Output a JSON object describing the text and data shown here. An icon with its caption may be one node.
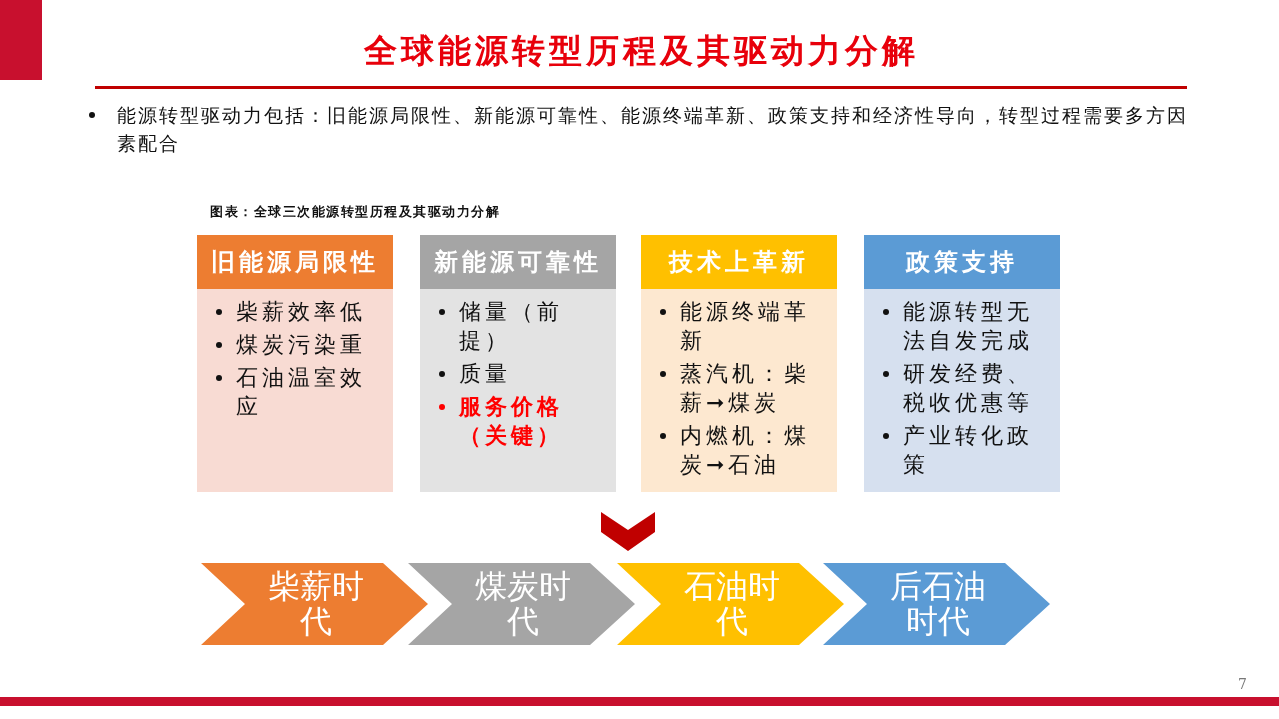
{
  "diagram": {
    "title": "全球能源转型历程及其驱动力分解",
    "caption": "图表：全球三次能源转型历程及其驱动力分解",
    "nodes": [
      {
        "text": [
          "旧能源局限性",
          "柴薪效率低",
          "煤炭污染重",
          "石油温室效应"
        ]
      },
      {
        "text": [
          "新能源可靠性",
          "储量（前提）",
          "质量",
          "服务价格（关键）"
        ]
      },
      {
        "text": [
          "技术上革新",
          "能源终端革新",
          "蒸汽机：柴薪➞煤炭",
          "内燃机：煤炭➞石油"
        ]
      },
      {
        "text": [
          "政策支持",
          "能源转型无法自发完成",
          "研发经费、税收优惠等",
          "产业转化政策"
        ]
      },
      {
        "text": [
          "柴薪时代"
        ]
      },
      {
        "text": [
          "煤炭时代"
        ]
      },
      {
        "text": [
          "石油时代"
        ]
      },
      {
        "text": [
          "后石油时代"
        ]
      }
    ],
    "labels": [
      "能源转型驱动力包括：旧能源局限性、新能源可靠性、能源终端革新、政策支持和经济性导向，转型过程需要多方因素配合",
      "7"
    ]
  }
}
